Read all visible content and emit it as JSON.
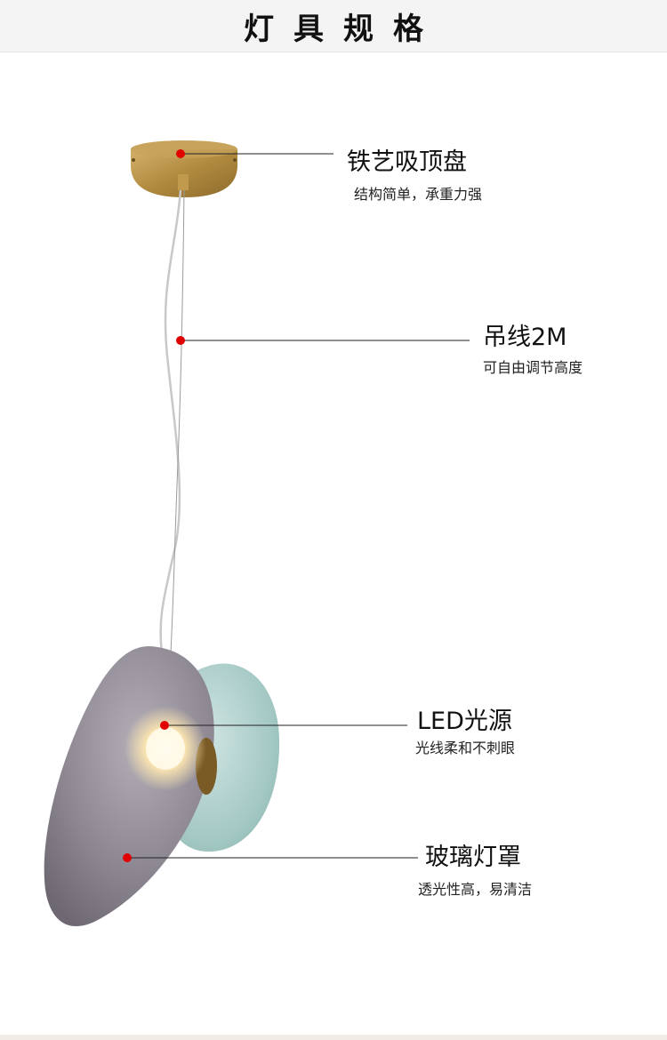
{
  "header": {
    "title": "灯具规格"
  },
  "callouts": [
    {
      "title": "铁艺吸顶盘",
      "subtitle": "结构简单，承重力强"
    },
    {
      "title": "吊线2M",
      "subtitle": "可自由调节高度"
    },
    {
      "title": "LED光源",
      "subtitle": "光线柔和不刺眼"
    },
    {
      "title": "玻璃灯罩",
      "subtitle": "透光性高，易清洁"
    }
  ],
  "colors": {
    "marker": "#e00000",
    "canopy": "#b08a3e",
    "shade_grey": "#8b8590",
    "shade_teal": "#9ec4c0"
  }
}
